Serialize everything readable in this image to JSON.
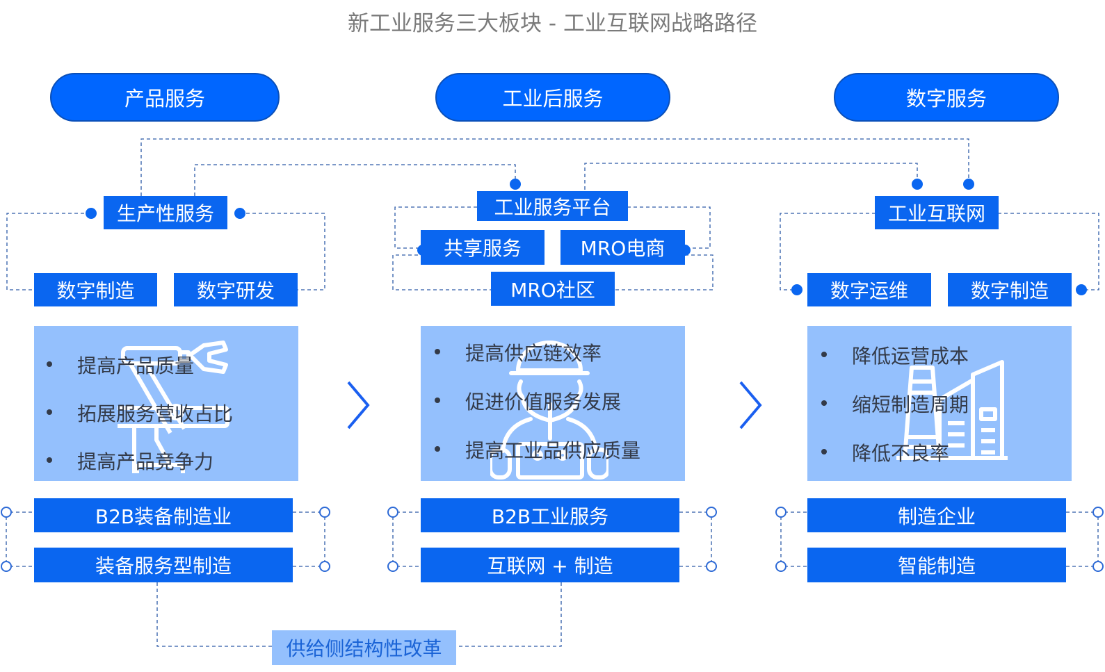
{
  "title": "新工业服务三大板块 - 工业互联网战略路径",
  "colors": {
    "primary": "#0a66f0",
    "panel": "#94c0fd",
    "line": "#2d5aa8",
    "title": "#7a7a7a",
    "bullet_text": "#333a48"
  },
  "columns": [
    {
      "header": "产品服务",
      "hub": "生产性服务",
      "subs": [
        "数字制造",
        "数字研发"
      ],
      "bg_icon": "robot-arm-icon",
      "bullets": [
        "提高产品质量",
        "拓展服务营收占比",
        "提高产品竞争力"
      ],
      "bars": [
        "B2B装备制造业",
        "装备服务型制造"
      ]
    },
    {
      "header": "工业后服务",
      "hub": "工业服务平台",
      "subs": [
        "共享服务",
        "MRO电商",
        "MRO社区"
      ],
      "bg_icon": "engineer-worker-icon",
      "bullets": [
        "提高供应链效率",
        "促进价值服务发展",
        "提高工业品供应质量"
      ],
      "bars": [
        "B2B工业服务",
        "互联网 + 制造"
      ]
    },
    {
      "header": "数字服务",
      "hub": "工业互联网",
      "subs": [
        "数字运维",
        "数字制造"
      ],
      "bg_icon": "factory-icon",
      "bullets": [
        "降低运营成本",
        "缩短制造周期",
        "降低不良率"
      ],
      "bars": [
        "制造企业",
        "智能制造"
      ]
    }
  ],
  "arrows": [
    "chevron-right-icon",
    "chevron-right-icon"
  ],
  "footer": "供给侧结构性改革"
}
